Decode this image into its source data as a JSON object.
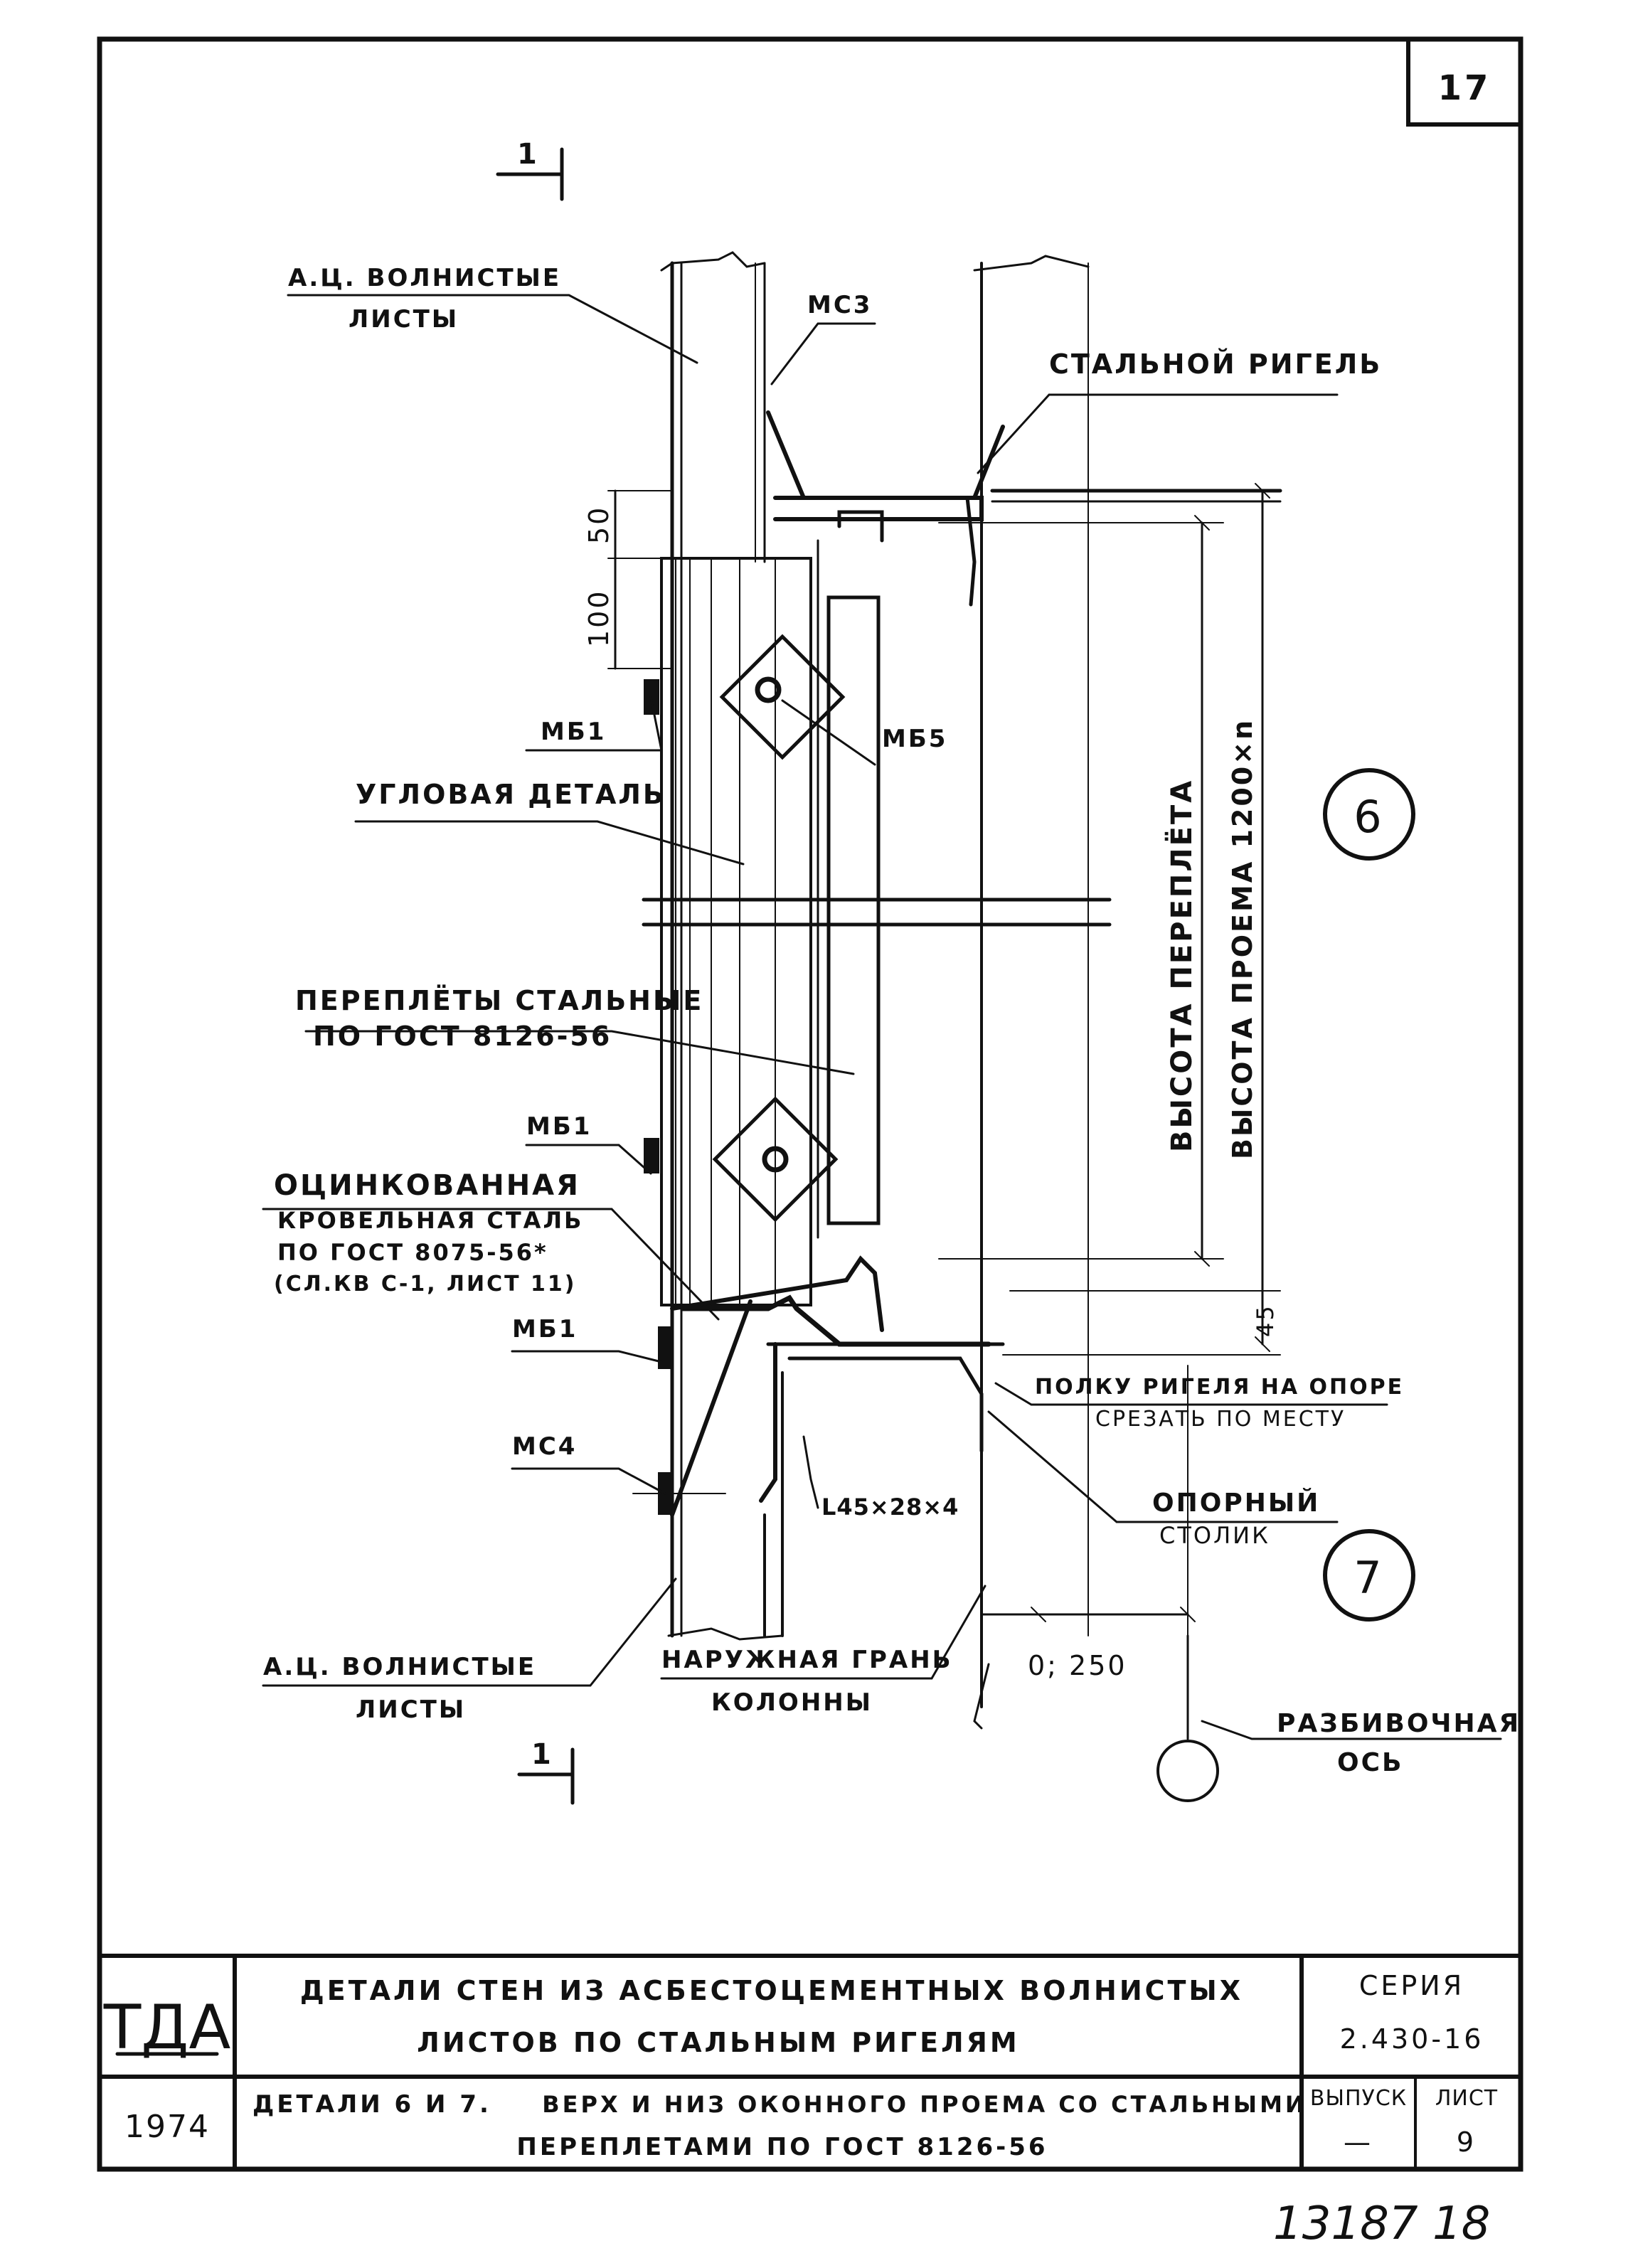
{
  "sheet": {
    "number": "17"
  },
  "section_marker": {
    "label": "1"
  },
  "callouts": [
    {
      "id": "6"
    },
    {
      "id": "7"
    }
  ],
  "labels": {
    "ac_sheets_top_1": "А.Ц. ВОЛНИСТЫЕ",
    "ac_sheets_top_2": "ЛИСТЫ",
    "mc3": "МС3",
    "steel_girt": "СТАЛЬНОЙ РИГЕЛЬ",
    "mb1_top": "МБ1",
    "mb5": "МБ5",
    "corner_detail": "УГЛОВАЯ ДЕТАЛЬ",
    "frames_1": "ПЕРЕПЛЁТЫ СТАЛЬНЫЕ",
    "frames_2": "ПО ГОСТ 8126-56",
    "mb1_mid": "МБ1",
    "galv_1": "ОЦИНКОВАННАЯ",
    "galv_2": "КРОВЕЛЬНАЯ СТАЛЬ",
    "galv_3": "ПО ГОСТ 8075-56*",
    "galv_4": "(СЛ.КВ С-1, ЛИСТ 11)",
    "mb1_low": "МБ1",
    "mc4": "МС4",
    "angle": "L45×28×4",
    "cut_flange_1": "ПОЛКУ РИГЕЛЯ НА ОПОРЕ",
    "cut_flange_2": "СРЕЗАТЬ ПО МЕСТУ",
    "support_1": "ОПОРНЫЙ",
    "support_2": "СТОЛИК",
    "ac_sheets_bot_1": "А.Ц. ВОЛНИСТЫЕ",
    "ac_sheets_bot_2": "ЛИСТЫ",
    "outer_face_1": "НАРУЖНАЯ ГРАНЬ",
    "outer_face_2": "КОЛОННЫ",
    "offset": "0; 250",
    "axis_1": "РАЗБИВОЧНАЯ",
    "axis_2": "ОСЬ"
  },
  "dimensions": {
    "d50": "50",
    "d100": "100",
    "d45": "45",
    "frame_height": "ВЫСОТА ПЕРЕПЛЁТА",
    "opening_height": "ВЫСОТА ПРОЕМА 1200×n"
  },
  "title_block": {
    "logo": "ТДА",
    "title_line1": "ДЕТАЛИ СТЕН ИЗ АСБЕСТОЦЕМЕНТНЫХ ВОЛНИСТЫХ",
    "title_line2": "ЛИСТОВ ПО СТАЛЬНЫМ РИГЕЛЯМ",
    "series_label": "СЕРИЯ",
    "series_value": "2.430-16",
    "year": "1974",
    "subtitle_lead": "ДЕТАЛИ 6 И 7.",
    "subtitle_line1": "ВЕРХ И НИЗ ОКОННОГО ПРОЕМА СО СТАЛЬНЫМИ",
    "subtitle_line2": "ПЕРЕПЛЕТАМИ ПО ГОСТ 8126-56",
    "issue_label": "ВЫПУСК",
    "issue_value": "—",
    "sheet_label": "ЛИСТ",
    "sheet_value": "9"
  },
  "handwritten": {
    "inventory": "13187  18"
  }
}
